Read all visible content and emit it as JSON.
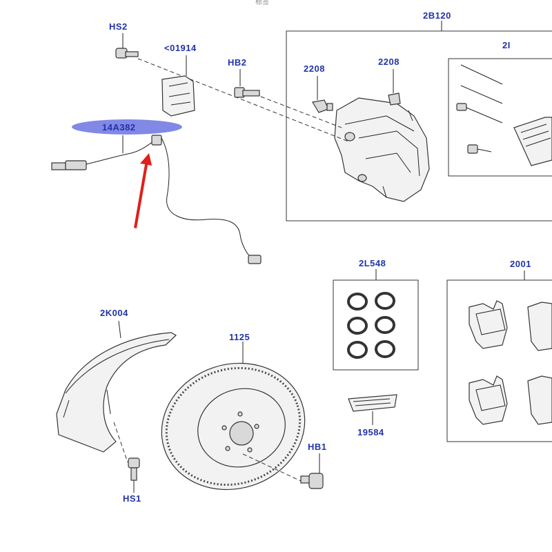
{
  "top_strip": "标签",
  "labels": {
    "HS2": "HS2",
    "p01914": "<01914",
    "HB2": "HB2",
    "p2208a": "2208",
    "p2208b": "2208",
    "p2B120": "2B120",
    "p2B_cut": "2I",
    "p14A382": "14A382",
    "p2L548": "2L548",
    "p2001": "2001",
    "p2K004": "2K004",
    "p1125": "1125",
    "p19584": "19584",
    "HB1": "HB1",
    "HS1": "HS1"
  },
  "colors": {
    "label": "#2233aa",
    "highlight": "#6b73e0",
    "arrow": "#e0201a"
  }
}
